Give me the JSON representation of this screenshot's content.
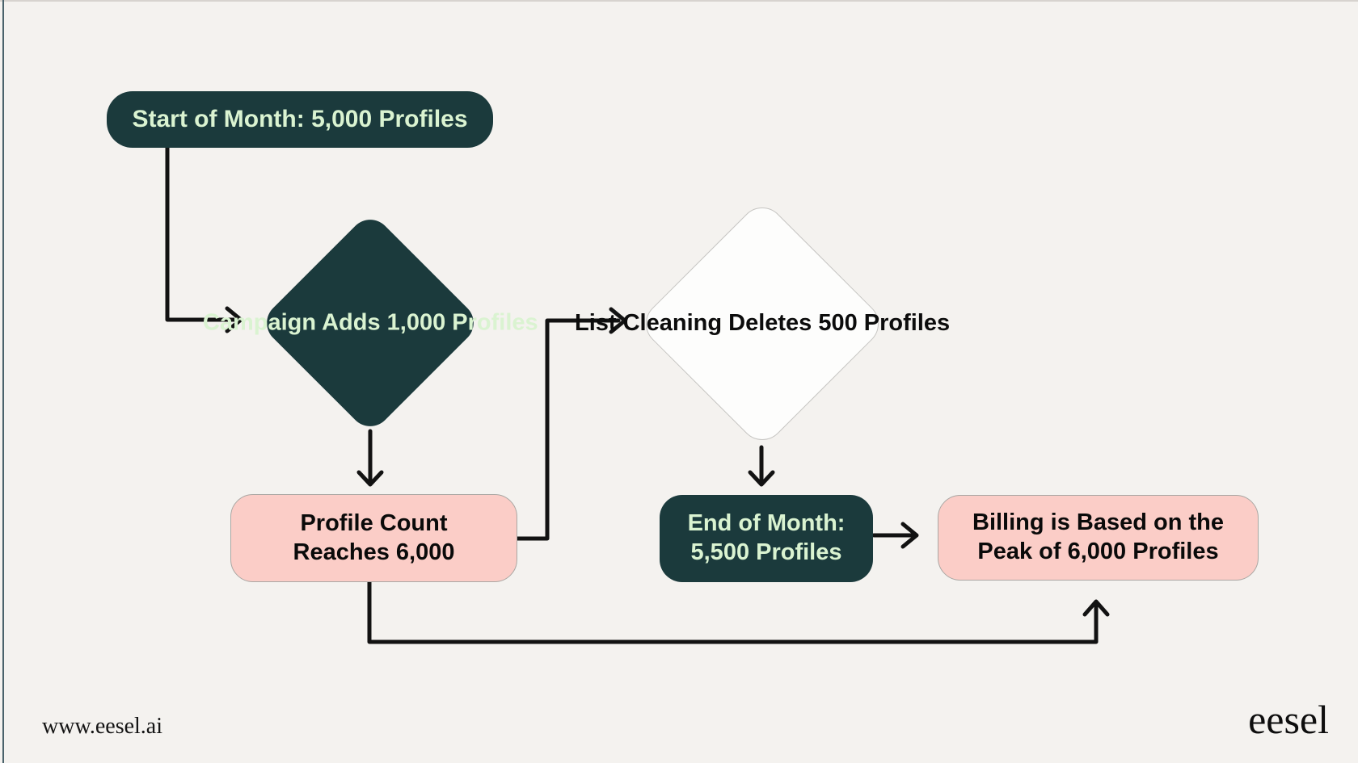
{
  "nodes": {
    "start": {
      "label": "Start of Month: 5,000 Profiles"
    },
    "campaign": {
      "lines": [
        "Campaign",
        "Adds 1,000",
        "Profiles"
      ]
    },
    "list_cleaning": {
      "lines": [
        "List",
        "Cleaning Deletes",
        "500 Profiles"
      ]
    },
    "profile_count": {
      "lines": [
        "Profile Count",
        "Reaches 6,000"
      ]
    },
    "end_of_month": {
      "lines": [
        "End of Month:",
        "5,500 Profiles"
      ]
    },
    "billing": {
      "lines": [
        "Billing is Based on the",
        "Peak of 6,000 Profiles"
      ]
    }
  },
  "edges": [
    {
      "from": "start",
      "to": "campaign"
    },
    {
      "from": "campaign",
      "to": "profile_count"
    },
    {
      "from": "profile_count",
      "to": "list_cleaning"
    },
    {
      "from": "list_cleaning",
      "to": "end_of_month"
    },
    {
      "from": "end_of_month",
      "to": "billing"
    },
    {
      "from": "profile_count",
      "to": "billing"
    }
  ],
  "footer": {
    "website": "www.eesel.ai",
    "logo": "eesel"
  },
  "colors": {
    "background": "#f4f2ef",
    "dark_teal": "#1b3a3c",
    "light_green_text": "#daf3d1",
    "pink": "#fbcdc7",
    "arrow_black": "#121212",
    "left_border": "#4a626b"
  }
}
